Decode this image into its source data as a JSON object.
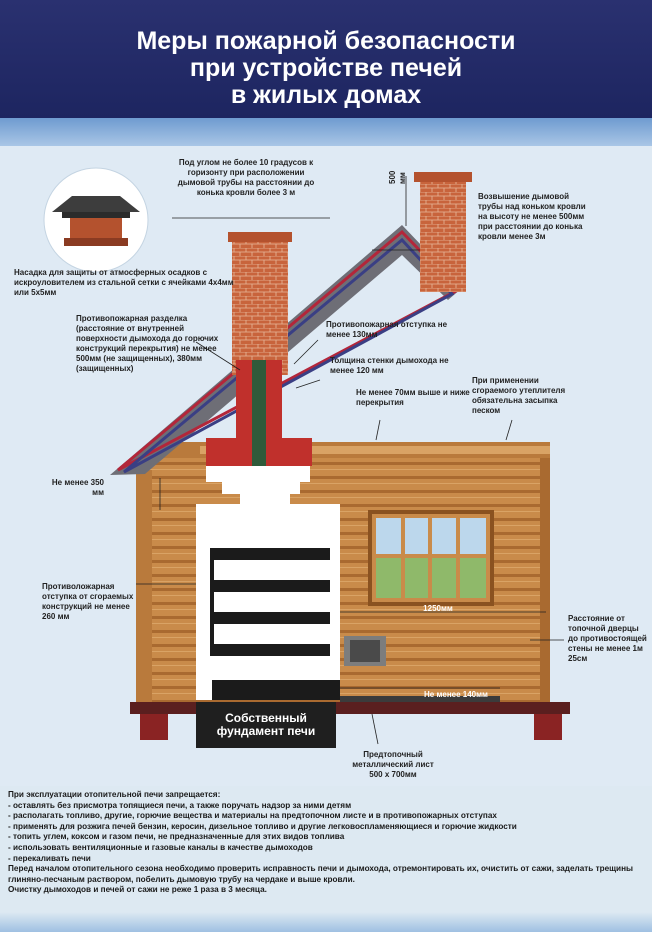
{
  "title": {
    "line1": "Меры пожарной безопасности",
    "line2": "при устройстве печей",
    "line3": "в жилых домах"
  },
  "labels": {
    "angle": "Под углом не более 10 градусов к горизонту при расположении дымовой трубы на расстоянии до конька кровли более 3 м",
    "height_500": "500 мм",
    "chimney_rise": "Возвышение дымовой трубы над коньком кровли на высоту не менее 500мм при расстоянии до конька кровли менее 3м",
    "cap": "Насадка для защиты от атмосферных осадков с искроуловителем из стальной сетки с ячейками 4х4мм или 5х5мм",
    "separation": "Противопожарная разделка (расстояние от внутренней поверхности дымохода до горючих конструкций перекрытия) не менее 500мм (не защищенных), 380мм (защищенных)",
    "offset_130": "Противопожарная отступка не менее 130мм",
    "wall_120": "Толщина стенки дымохода не менее 120 мм",
    "above_70": "Не менее 70мм выше и ниже перекрытия",
    "insulation": "При применении сгораемого утеплителя обязательна засыпка песком",
    "min_350": "Не менее 350 мм",
    "offset_260": "Противоложарная отступка от сгораемых конструкций не менее 260 мм",
    "dim_1250": "1250мм",
    "door_distance": "Расстояние от топочной дверцы до противостоящей стены не менее 1м 25см",
    "min_140": "Не менее 140мм",
    "foundation": "Собственный фундамент печи",
    "sheet": "Предтопочный металлический лист 500 х 700мм"
  },
  "notes": [
    "При эксплуатации отопительной печи запрещается:",
    "- оставлять без присмотра топящиеся печи, а также поручать надзор за ними детям",
    "- располагать топливо, другие, горючие вещества и материалы на предтопочном листе и в противопожарных отступах",
    "- применять для розжига печей бензин, керосин, дизельное топливо и другие легковоспламеняющиеся и горючие жидкости",
    "- топить углем, коксом и газом печи, не предназначенные для этих видов топлива",
    "- использовать вентиляционные и газовые каналы в качестве дымоходов",
    "- перекаливать печи",
    "Перед началом отопительного сезона необходимо проверить исправность печи и дымохода, отремонтировать их, очистить от сажи, заделать трещины глиняно-песчаным раствором, побелить дымовую трубу на чердаке и выше кровли.",
    "Очистку дымоходов и печей от сажи не реже 1 раза в 3 месяца."
  ],
  "colors": {
    "header": "#232b68",
    "brick": "#c8643c",
    "wood": "#c98b4a",
    "red_separation": "#c0302c",
    "flue": "#2f5a3a"
  }
}
